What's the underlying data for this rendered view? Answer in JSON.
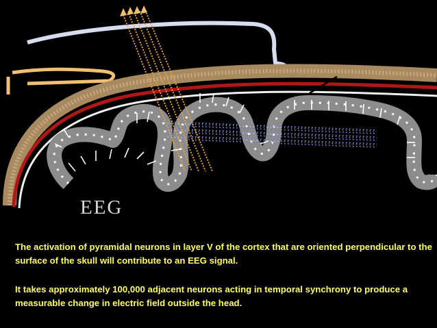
{
  "slide": {
    "eeg_label": "EEG",
    "caption_1": "The activation of pyramidal neurons in layer V of the cortex that are oriented perpendicular to the surface of the skull will contribute to an EEG signal.",
    "caption_2": "It takes approximately 100,000 adjacent neurons acting in temporal synchrony to produce a measurable change in electric field outside the head."
  },
  "colors": {
    "background": "#000000",
    "caption_text": "#ffff66",
    "cortex": "#8c8c8c",
    "skull": "#b89a70",
    "dura_red": "#b01818",
    "scalp_blue": "#d8dcf0",
    "electrode": "#f0c070"
  },
  "icons": [
    "eeg-electrode-wires",
    "neuron-arrow-icons",
    "horizontal-field-lines"
  ]
}
